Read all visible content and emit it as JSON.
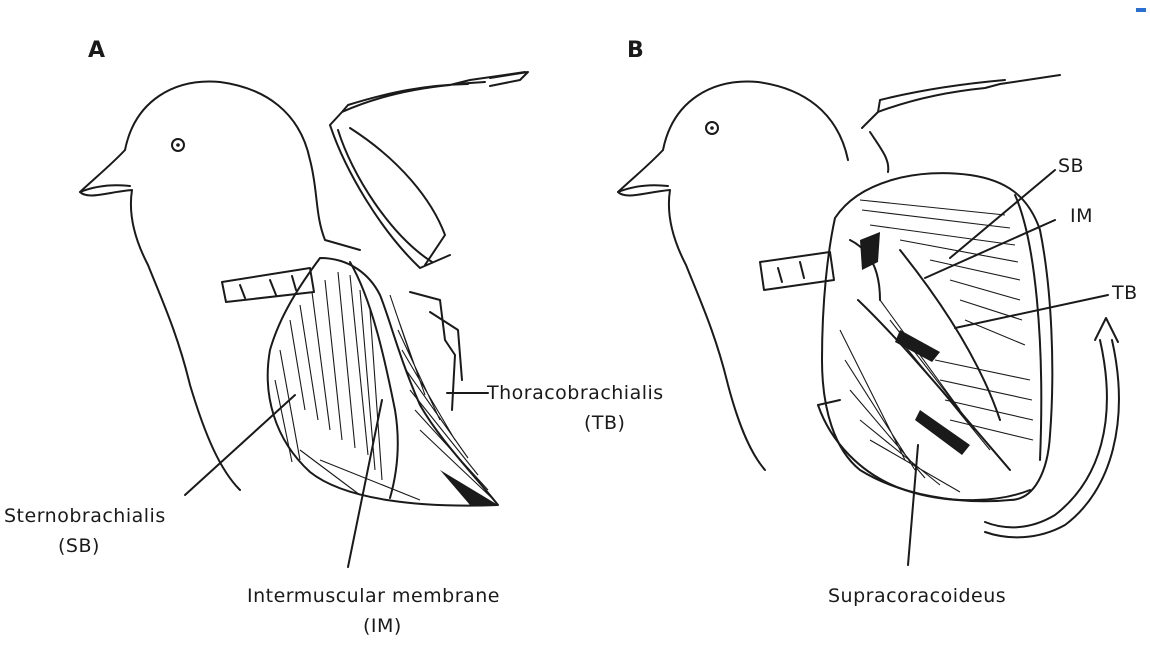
{
  "panels": {
    "a": {
      "letter": "A",
      "labels": {
        "thoracobrachialis": "Thoracobrachialis",
        "tb": "(TB)",
        "sternobrachialis": "Sternobrachialis",
        "sb": "(SB)",
        "intermuscular": "Intermuscular membrane",
        "im": "(IM)"
      }
    },
    "b": {
      "letter": "B",
      "labels": {
        "sb": "SB",
        "im": "IM",
        "tb": "TB",
        "supracoracoideus": "Supracoracoideus"
      }
    }
  },
  "colors": {
    "ink": "#1a1a1a",
    "paper": "#ffffff",
    "corner_mark": "#2a6fd1"
  }
}
